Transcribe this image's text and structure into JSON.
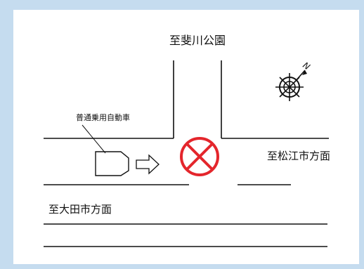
{
  "labels": {
    "north_destination": "至斐川公園",
    "east_destination": "至松江市方面",
    "west_destination": "至大田市方面",
    "vehicle": "普通乗用自動車",
    "compass_letter": "N"
  },
  "colors": {
    "frame": "#c5dcef",
    "paper": "#ffffff",
    "road_line": "#111111",
    "accident_marker": "#e4262c"
  },
  "icons": {
    "accident_marker": "circled-x",
    "direction": "right-arrow",
    "compass": "north-compass"
  }
}
